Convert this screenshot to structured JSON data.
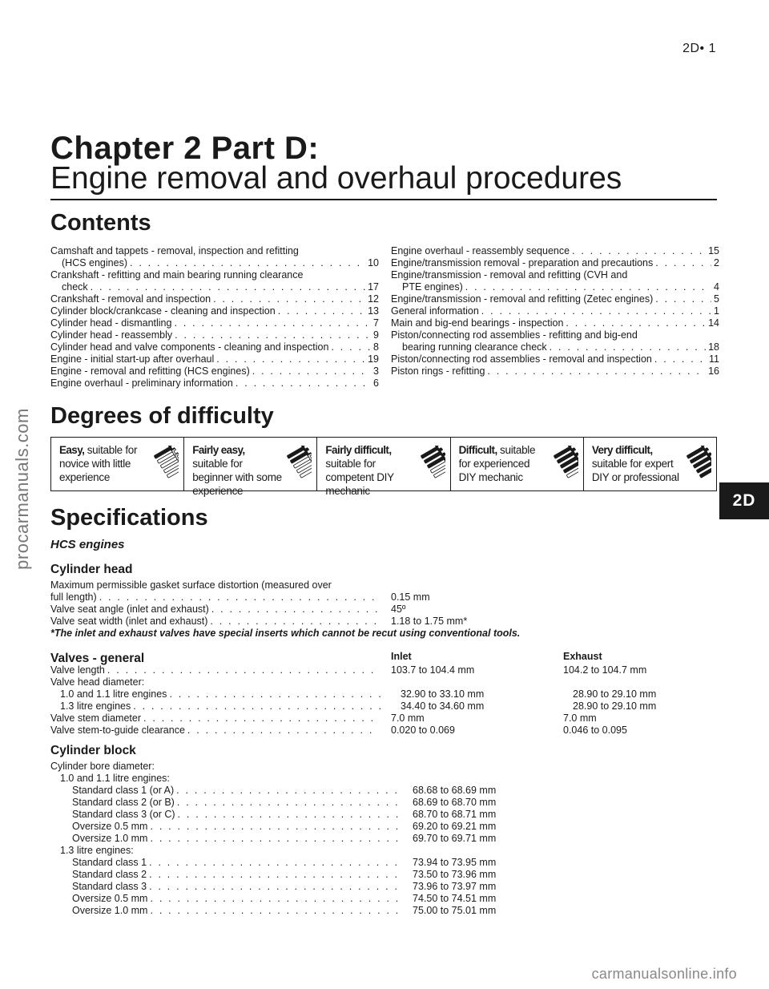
{
  "page_number": "2D• 1",
  "side_tab": "2D",
  "watermark_left": "procarmanuals.com",
  "watermark_bottom": "carmanualsonline.info",
  "chapter_title": "Chapter 2 Part D:",
  "chapter_subtitle": "Engine removal and overhaul procedures",
  "contents": {
    "heading": "Contents",
    "left": [
      {
        "text": "Camshaft and tappets - removal, inspection and refitting",
        "page": ""
      },
      {
        "text": "(HCS engines)",
        "page": "10",
        "cont": true
      },
      {
        "text": "Crankshaft - refitting and main bearing running clearance",
        "page": ""
      },
      {
        "text": "check",
        "page": "17",
        "cont": true
      },
      {
        "text": "Crankshaft - removal and inspection",
        "page": "12"
      },
      {
        "text": "Cylinder block/crankcase - cleaning and inspection",
        "page": "13"
      },
      {
        "text": "Cylinder head - dismantling",
        "page": "7"
      },
      {
        "text": "Cylinder head - reassembly",
        "page": "9"
      },
      {
        "text": "Cylinder head and valve components - cleaning and inspection",
        "page": "8"
      },
      {
        "text": "Engine - initial start-up after overhaul",
        "page": "19"
      },
      {
        "text": "Engine - removal and refitting (HCS engines)",
        "page": "3"
      },
      {
        "text": "Engine overhaul - preliminary information",
        "page": "6"
      }
    ],
    "right": [
      {
        "text": "Engine overhaul - reassembly sequence",
        "page": "15"
      },
      {
        "text": "Engine/transmission removal - preparation and precautions",
        "page": "2"
      },
      {
        "text": "Engine/transmission - removal and refitting (CVH and",
        "page": ""
      },
      {
        "text": "PTE engines)",
        "page": "4",
        "cont": true
      },
      {
        "text": "Engine/transmission - removal and refitting (Zetec engines)",
        "page": "5"
      },
      {
        "text": "General information",
        "page": "1"
      },
      {
        "text": "Main and big-end bearings - inspection",
        "page": "14"
      },
      {
        "text": "Piston/connecting rod assemblies - refitting and big-end",
        "page": ""
      },
      {
        "text": "bearing running clearance check",
        "page": "18",
        "cont": true
      },
      {
        "text": "Piston/connecting rod assemblies - removal and inspection",
        "page": "11"
      },
      {
        "text": "Piston rings - refitting",
        "page": "16"
      }
    ]
  },
  "difficulty": {
    "heading": "Degrees of difficulty",
    "levels": [
      {
        "bold": "Easy,",
        "rest": " suitable for novice with little experience",
        "solid": 1
      },
      {
        "bold": "Fairly easy,",
        "rest": " suitable for beginner with some experience",
        "solid": 2
      },
      {
        "bold": "Fairly difficult,",
        "rest": " suitable for competent DIY mechanic",
        "solid": 3
      },
      {
        "bold": "Difficult,",
        "rest": " suitable for experienced  DIY mechanic",
        "solid": 4
      },
      {
        "bold": "Very difficult,",
        "rest": " suitable for expert DIY or  professional",
        "solid": 5
      }
    ]
  },
  "specifications": {
    "heading": "Specifications",
    "engine_heading": "HCS engines",
    "cylinder_head": {
      "heading": "Cylinder head",
      "rows": [
        {
          "label": "Maximum permissible gasket surface distortion (measured over",
          "v1": "",
          "v2": "",
          "nodots": true
        },
        {
          "label": "full length)",
          "v1": "0.15 mm",
          "v2": ""
        },
        {
          "label": "Valve seat angle (inlet and exhaust)",
          "v1": "45º",
          "v2": ""
        },
        {
          "label": "Valve seat width (inlet and exhaust)",
          "v1": "1.18 to 1.75 mm*",
          "v2": ""
        }
      ],
      "note": "*The inlet and exhaust valves have special inserts which cannot be recut using conventional tools."
    },
    "valves": {
      "heading": "Valves - general",
      "col1": "Inlet",
      "col2": "Exhaust",
      "rows": [
        {
          "label": "Valve length",
          "v1": "103.7 to 104.4 mm",
          "v2": "104.2 to 104.7 mm"
        },
        {
          "label": "Valve head diameter:",
          "v1": "",
          "v2": "",
          "nodots": true
        },
        {
          "label": "1.0 and 1.1 litre engines",
          "v1": "32.90 to 33.10 mm",
          "v2": "28.90 to 29.10 mm",
          "indent": 1
        },
        {
          "label": "1.3 litre engines",
          "v1": "34.40 to 34.60 mm",
          "v2": "28.90 to 29.10 mm",
          "indent": 1
        },
        {
          "label": "Valve stem diameter",
          "v1": "7.0 mm",
          "v2": "7.0 mm"
        },
        {
          "label": "Valve stem-to-guide clearance",
          "v1": "0.020 to 0.069",
          "v2": "0.046 to 0.095"
        }
      ]
    },
    "cylinder_block": {
      "heading": "Cylinder block",
      "rows": [
        {
          "label": "Cylinder bore diameter:",
          "v1": "",
          "v2": "",
          "nodots": true
        },
        {
          "label": "1.0 and 1.1 litre engines:",
          "v1": "",
          "v2": "",
          "nodots": true,
          "indent": 1
        },
        {
          "label": "Standard class 1 (or A)",
          "v1": "68.68 to 68.69 mm",
          "v2": "",
          "indent": 2
        },
        {
          "label": "Standard class 2 (or B)",
          "v1": "68.69 to 68.70 mm",
          "v2": "",
          "indent": 2
        },
        {
          "label": "Standard class 3 (or C)",
          "v1": "68.70 to 68.71 mm",
          "v2": "",
          "indent": 2
        },
        {
          "label": "Oversize 0.5 mm",
          "v1": "69.20 to 69.21 mm",
          "v2": "",
          "indent": 2
        },
        {
          "label": "Oversize 1.0 mm",
          "v1": "69.70 to 69.71 mm",
          "v2": "",
          "indent": 2
        },
        {
          "label": "1.3 litre engines:",
          "v1": "",
          "v2": "",
          "nodots": true,
          "indent": 1
        },
        {
          "label": "Standard class 1",
          "v1": "73.94 to 73.95 mm",
          "v2": "",
          "indent": 2
        },
        {
          "label": "Standard class 2",
          "v1": "73.50 to 73.96 mm",
          "v2": "",
          "indent": 2
        },
        {
          "label": "Standard class 3",
          "v1": "73.96 to 73.97 mm",
          "v2": "",
          "indent": 2
        },
        {
          "label": "Oversize 0.5 mm",
          "v1": "74.50 to 74.51 mm",
          "v2": "",
          "indent": 2
        },
        {
          "label": "Oversize 1.0 mm",
          "v1": "75.00 to 75.01 mm",
          "v2": "",
          "indent": 2
        }
      ]
    }
  }
}
